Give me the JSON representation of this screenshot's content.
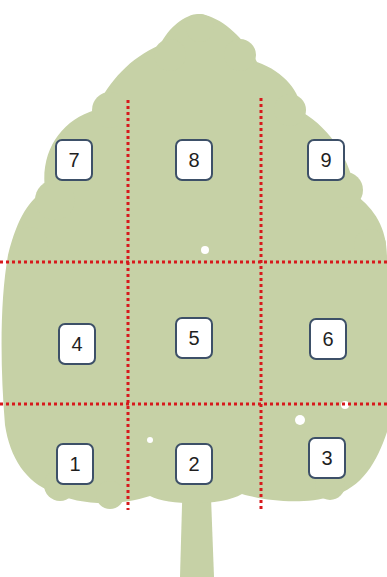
{
  "diagram": {
    "nodes": [
      {
        "text": [
          "7"
        ]
      },
      {
        "text": [
          "8"
        ]
      },
      {
        "text": [
          "9"
        ]
      },
      {
        "text": [
          "4"
        ]
      },
      {
        "text": [
          "5"
        ]
      },
      {
        "text": [
          "6"
        ]
      },
      {
        "text": [
          "1"
        ]
      },
      {
        "text": [
          "2"
        ]
      },
      {
        "text": [
          "3"
        ]
      }
    ]
  }
}
